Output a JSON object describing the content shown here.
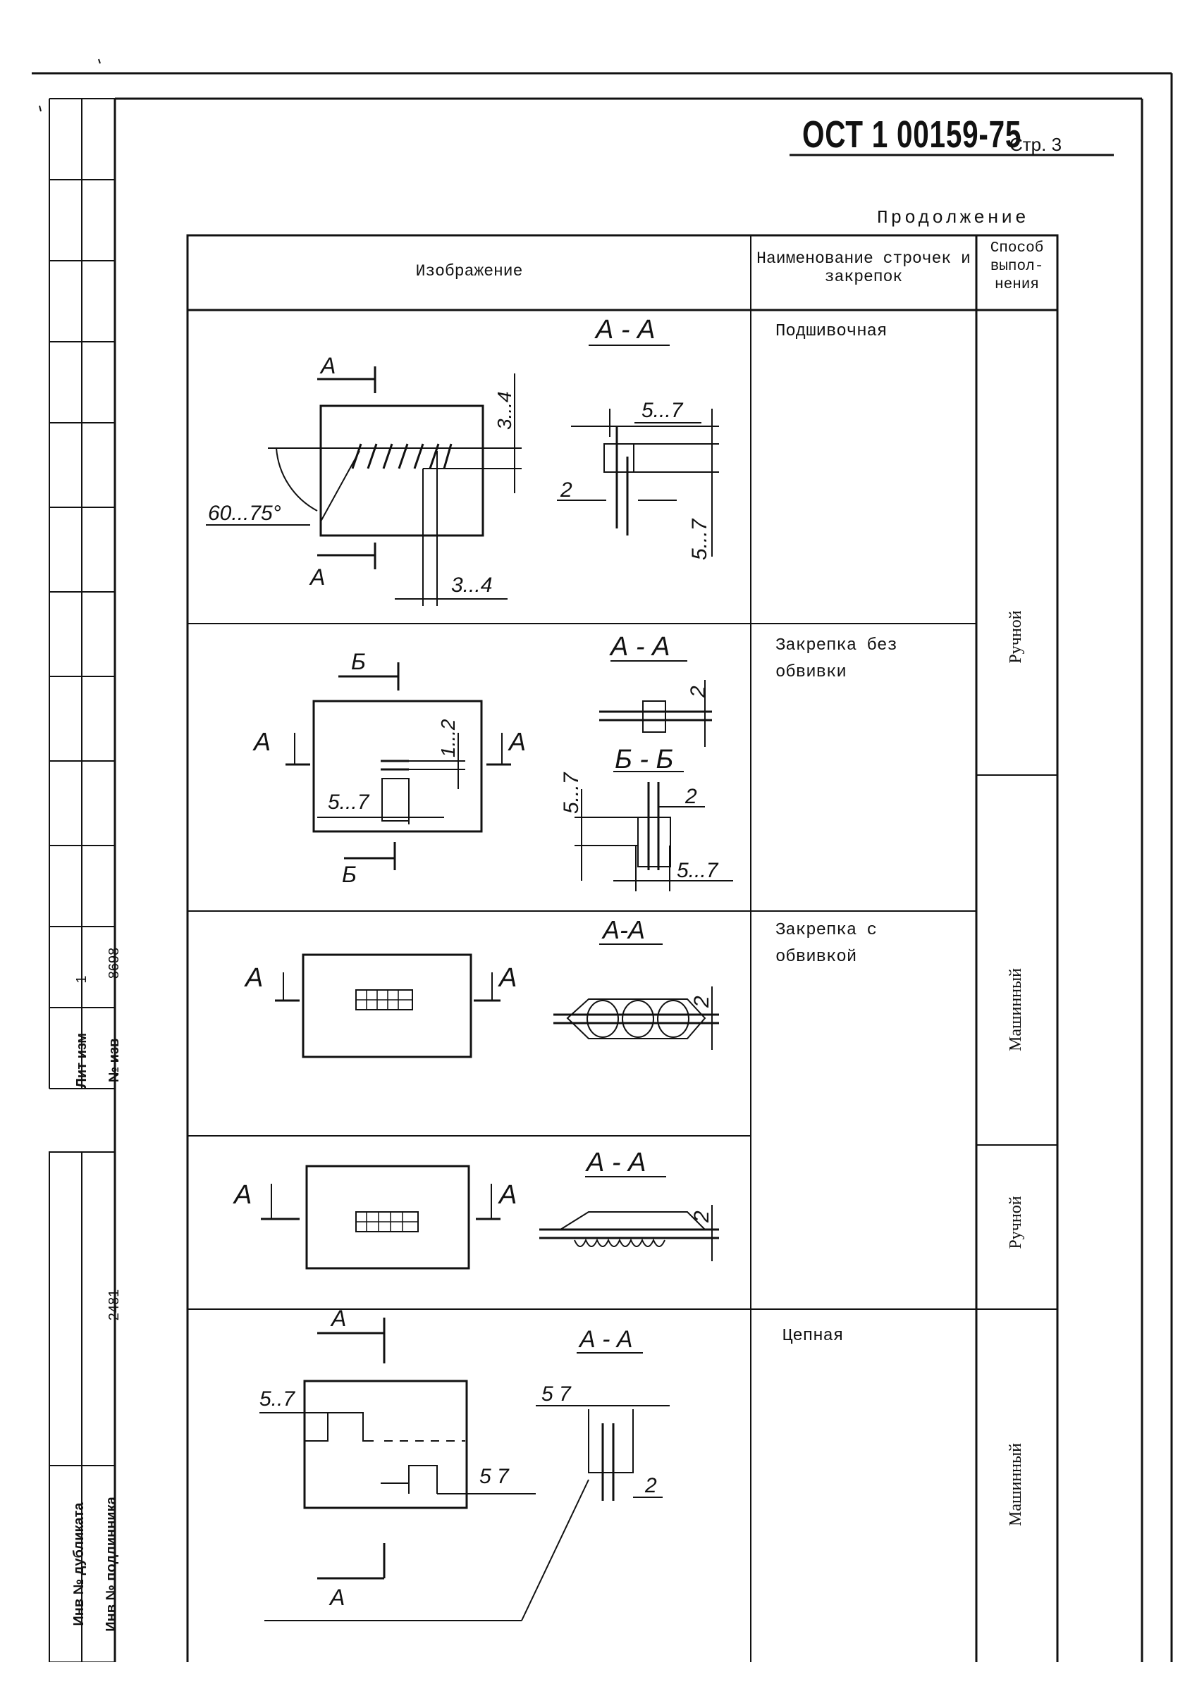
{
  "header": {
    "doc_number": "ОСТ 1 00159-75",
    "page_label": "Стр. 3",
    "continuation": "Продолжение"
  },
  "table": {
    "headers": {
      "image": "Изображение",
      "name": "Наименование строчек и закрепок",
      "method": "Способ выпол-нения"
    },
    "rows": [
      {
        "name": "Подшивочная",
        "section_label": "А - А",
        "cut_label": "А",
        "dims": {
          "angle": "60...75°",
          "d1": "3...4",
          "d2": "3...4",
          "d3": "5...7",
          "d4": "5...7",
          "d5": "2"
        }
      },
      {
        "name": "Закрепка без обвивки",
        "section_label": "А - А",
        "section_label_2": "Б - Б",
        "cut_label": "А",
        "cut_label_2": "Б",
        "dims": {
          "d1": "1...2",
          "d2": "5...7",
          "d3": "2",
          "d4": "5...7",
          "d5": "2",
          "d6": "5...7"
        }
      },
      {
        "name": "Закрепка с обвивкой",
        "section_label": "А-А",
        "cut_label": "А",
        "dims": {
          "d1": "2"
        }
      },
      {
        "section_label": "А - А",
        "cut_label": "А",
        "dims": {
          "d1": "2"
        }
      },
      {
        "name": "Цепная",
        "section_label": "А - А",
        "cut_label": "А",
        "dims": {
          "d1": "5..7",
          "d2": "5 7",
          "d3": "5 7",
          "d4": "2"
        }
      }
    ],
    "methods": [
      "Ручной",
      "Машинный",
      "Ручной",
      "Машинный"
    ]
  },
  "stamp": {
    "lit_izm": "Лит изм",
    "lit_izm_value": "1",
    "no_izv": "№ изв",
    "no_izv_value": "8698",
    "inv_dublikata": "Инв № дубликата",
    "inv_podlinnika": "Инв № подлинника",
    "inv_podlinnika_value": "2481"
  }
}
